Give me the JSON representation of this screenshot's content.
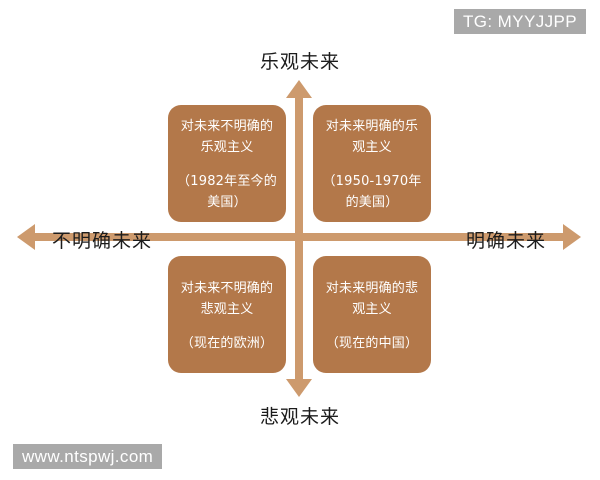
{
  "watermarks": {
    "top_right": "TG: MYYJJPP",
    "bottom_left": "www.ntspwj.com"
  },
  "colors": {
    "box_fill": "#b3784a",
    "axis": "#cd9a6d",
    "box_text": "#ffffff",
    "axis_label_text": "#1c1c1c",
    "watermark_bg": "#a9a9a9",
    "watermark_text": "#ffffff",
    "background": "#ffffff"
  },
  "axes": {
    "vertical": {
      "top_label": "乐观未来",
      "bottom_label": "悲观未来",
      "arrow_top": "arrow-up-icon",
      "arrow_bottom": "arrow-down-icon"
    },
    "horizontal": {
      "left_label": "不明确未来",
      "right_label": "明确未来",
      "arrow_left": "arrow-left-icon",
      "arrow_right": "arrow-right-icon"
    }
  },
  "quadrants": [
    {
      "key": "top-left",
      "title": "对未来不明确的乐观主义",
      "note": "（1982年至今的美国）"
    },
    {
      "key": "top-right",
      "title": "对未来明确的乐观主义",
      "note": "（1950-1970年的美国）"
    },
    {
      "key": "bottom-left",
      "title": "对未来不明确的悲观主义",
      "note": "（现在的欧洲）"
    },
    {
      "key": "bottom-right",
      "title": "对未来明确的悲观主义",
      "note": "（现在的中国）"
    }
  ]
}
